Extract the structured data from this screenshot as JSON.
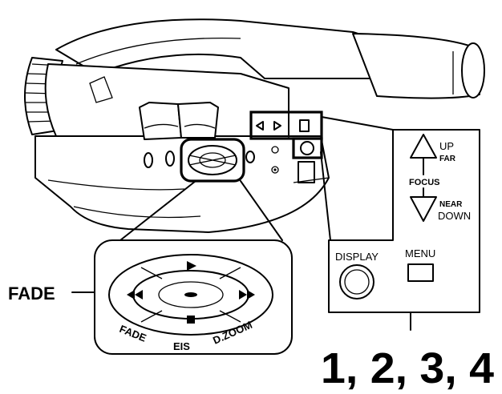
{
  "callout_label": "FADE",
  "step_numbers": "1, 2, 3, 4",
  "focus_panel": {
    "up": "UP",
    "far": "FAR",
    "focus": "FOCUS",
    "near": "NEAR",
    "down": "DOWN"
  },
  "buttons": {
    "display": "DISPLAY",
    "menu": "MENU"
  },
  "dial_ring": {
    "fade": "FADE",
    "eis": "EIS",
    "dzoom": "D.ZOOM"
  },
  "icons": [
    "play-icon",
    "stop-icon",
    "rewind-icon",
    "fast-forward-icon",
    "left-arrow-icon",
    "right-arrow-icon",
    "up-triangle-icon",
    "down-triangle-icon"
  ]
}
